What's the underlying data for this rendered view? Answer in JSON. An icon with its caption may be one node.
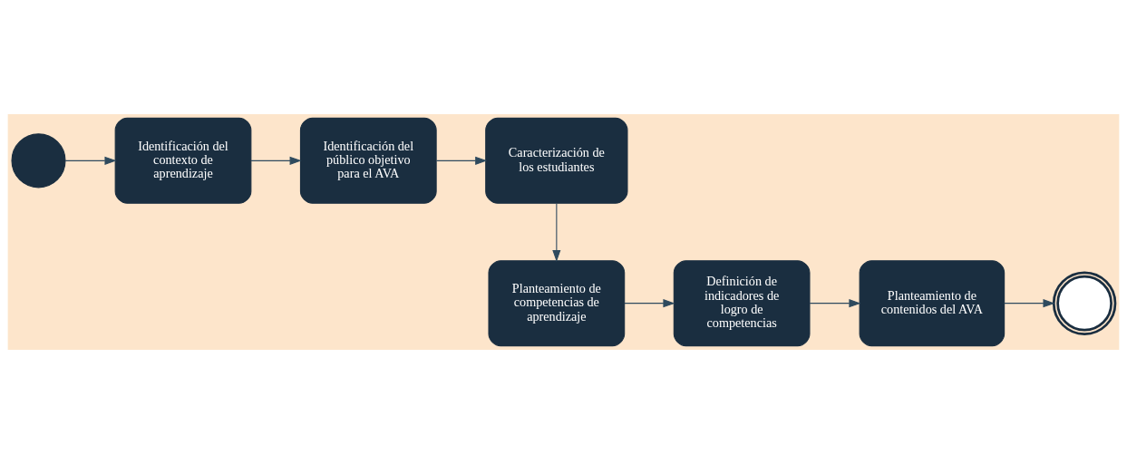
{
  "diagram": {
    "nodes": [
      {
        "text": [],
        "shape": "circle"
      },
      {
        "text": [
          "Identificación del contexto de aprendizaje"
        ]
      },
      {
        "text": [
          "Identificación del público objetivo para el AVA"
        ]
      },
      {
        "text": [
          "Caracterización de los estudiantes"
        ]
      },
      {
        "text": [
          "Planteamiento de competencias de aprendizaje"
        ]
      },
      {
        "text": [
          "Definición de indicadores de logro de competencias"
        ]
      },
      {
        "text": [
          "Planteamiento de contenidos del AVA"
        ]
      },
      {
        "text": [],
        "shape": "circle"
      }
    ],
    "edges": [
      {
        "from": 0,
        "to": 1,
        "arrow": "to"
      },
      {
        "from": 1,
        "to": 2,
        "arrow": "to"
      },
      {
        "from": 2,
        "to": 3,
        "arrow": "to"
      },
      {
        "from": 3,
        "to": 4,
        "arrow": "to"
      },
      {
        "from": 4,
        "to": 5,
        "arrow": "to"
      },
      {
        "from": 5,
        "to": 6,
        "arrow": "to"
      },
      {
        "from": 6,
        "to": 7,
        "arrow": "to"
      }
    ]
  }
}
